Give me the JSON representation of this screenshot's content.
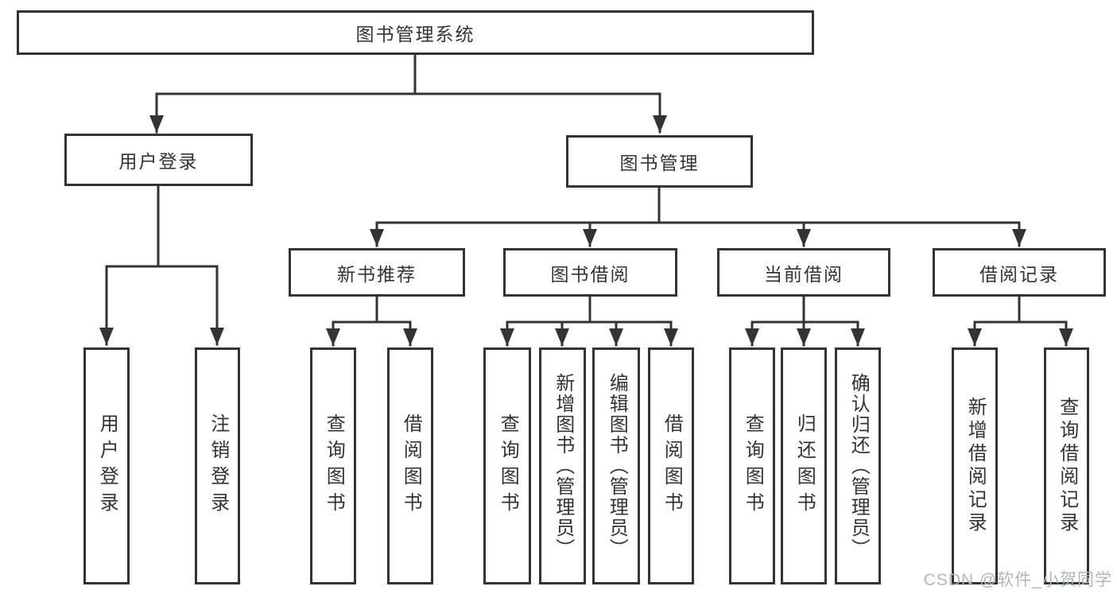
{
  "page": {
    "background_color": "#ffffff",
    "line_color": "#333333",
    "text_color": "#333333",
    "watermark_color": "#b2b6bc"
  },
  "tree": {
    "root": {
      "label": "图书管理系统"
    },
    "branches": [
      {
        "label": "用户登录",
        "children": [
          {
            "label": "用户登录"
          },
          {
            "label": "注销登录"
          }
        ]
      },
      {
        "label": "图书管理",
        "sections": [
          {
            "label": "新书推荐",
            "children": [
              {
                "label": "查询图书"
              },
              {
                "label": "借阅图书"
              }
            ]
          },
          {
            "label": "图书借阅",
            "children": [
              {
                "label": "查询图书"
              },
              {
                "label": "新增图书（管理员）"
              },
              {
                "label": "编辑图书（管理员）"
              },
              {
                "label": "借阅图书"
              }
            ]
          },
          {
            "label": "当前借阅",
            "children": [
              {
                "label": "查询图书"
              },
              {
                "label": "归还图书"
              },
              {
                "label": "确认归还（管理员）"
              }
            ]
          },
          {
            "label": "借阅记录",
            "children": [
              {
                "label": "新增借阅记录"
              },
              {
                "label": "查询借阅记录"
              }
            ]
          }
        ]
      }
    ]
  },
  "watermark": {
    "text": "CSDN @软件_小贺同学"
  }
}
